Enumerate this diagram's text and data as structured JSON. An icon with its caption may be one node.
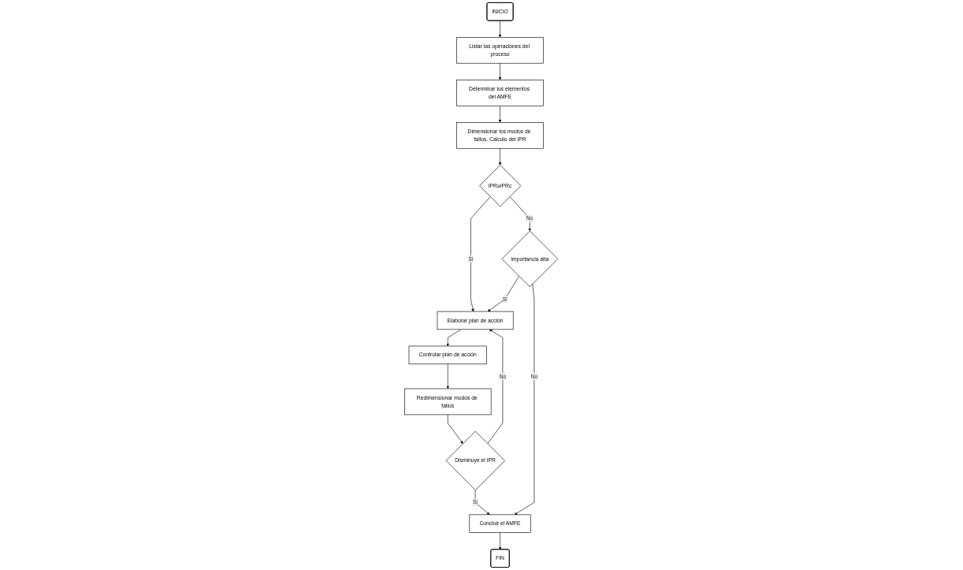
{
  "diagram": {
    "nodes": [
      {
        "text": [
          "INICIO"
        ]
      },
      {
        "text": [
          "Listar las operaciones del proceso"
        ]
      },
      {
        "text": [
          "Determinar los elementos del AMFE"
        ]
      },
      {
        "text": [
          "Dimensionar los modos de fallos. Cálculo del IPR"
        ]
      },
      {
        "text": [
          "IPR≥IPRc"
        ]
      },
      {
        "text": [
          "Importancia alta"
        ]
      },
      {
        "text": [
          "Elaborar plan de acción"
        ]
      },
      {
        "text": [
          "Controlar plan de acción"
        ]
      },
      {
        "text": [
          "Redimensionar modos de fallos"
        ]
      },
      {
        "text": [
          "Disminuye el IPR"
        ]
      },
      {
        "text": [
          "Concluir el AMFE"
        ]
      },
      {
        "text": [
          "FIN"
        ]
      }
    ],
    "edges": [
      {
        "from": 0,
        "to": 1,
        "arrow": "to"
      },
      {
        "from": 1,
        "to": 2,
        "arrow": "to"
      },
      {
        "from": 2,
        "to": 3,
        "arrow": "to"
      },
      {
        "from": 3,
        "to": 4,
        "arrow": "to"
      },
      {
        "from": 4,
        "to": 6,
        "arrow": "to",
        "label": "Si"
      },
      {
        "from": 4,
        "to": 5,
        "arrow": "to",
        "label": "No"
      },
      {
        "from": 5,
        "to": 6,
        "arrow": "to",
        "label": "Si"
      },
      {
        "from": 5,
        "to": 10,
        "arrow": "to",
        "label": "No"
      },
      {
        "from": 6,
        "to": 7,
        "arrow": "to"
      },
      {
        "from": 7,
        "to": 8,
        "arrow": "to"
      },
      {
        "from": 8,
        "to": 9,
        "arrow": "to"
      },
      {
        "from": 9,
        "to": 10,
        "arrow": "to",
        "label": "Si"
      },
      {
        "from": 9,
        "to": 6,
        "arrow": "to",
        "label": "No"
      },
      {
        "from": 10,
        "to": 11,
        "arrow": "to"
      }
    ]
  }
}
